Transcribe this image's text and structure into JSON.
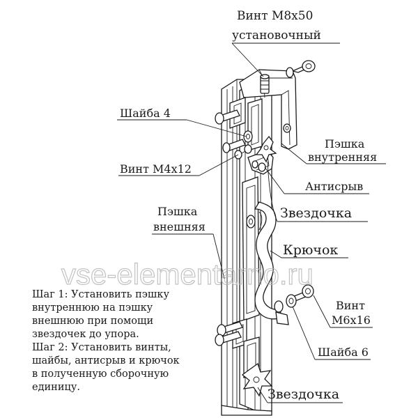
{
  "labels": {
    "screw_m8": "Винт М8х50",
    "screw_m8_sub": "установочный",
    "washer4": "Шайба 4",
    "inner_pawl_1": "Пэшка",
    "inner_pawl_2": "внутренняя",
    "screw_m4": "Винт М4х12",
    "antitear": "Антисрыв",
    "star_top": "Звездочка",
    "outer_pawl_1": "Пэшка",
    "outer_pawl_2": "внешняя",
    "hook": "Крючок",
    "screw_m6_1": "Винт",
    "screw_m6_2": "М6х16",
    "washer6": "Шайба 6",
    "star_bottom": "Звездочка"
  },
  "steps": {
    "step1": "Шаг 1: Установить пэшку\nвнутреннюю на пэшку\nвнешнюю при помощи\nзвездочек до упора.",
    "step2": "Шаг 2: Установить винты,\nшайбы, антисрыв и крючок\nв полученную сборочную\nединицу."
  },
  "watermark": "vse-elementarno.ru"
}
